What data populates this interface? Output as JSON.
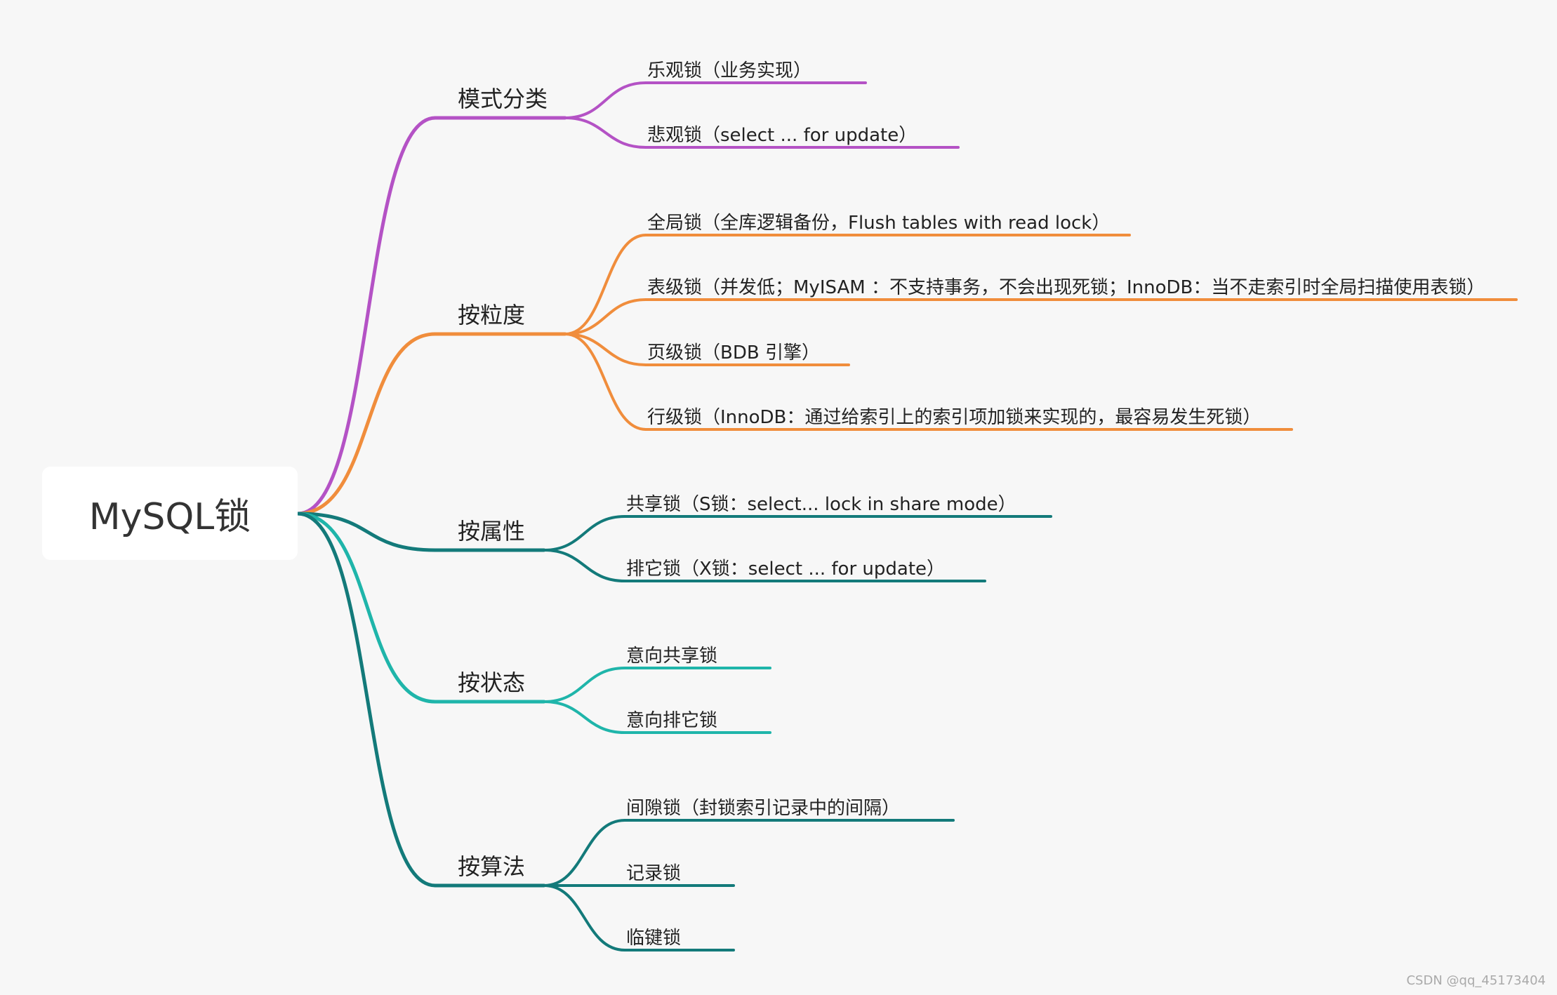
{
  "root": {
    "label": "MySQL锁"
  },
  "colors": {
    "purple": "#b452c5",
    "orange": "#f08d3c",
    "dark_teal": "#137a7a",
    "teal": "#1fb5aa"
  },
  "branches": [
    {
      "label": "模式分类",
      "color": "purple",
      "children": [
        "乐观锁（业务实现）",
        "悲观锁（select ... for update）"
      ]
    },
    {
      "label": "按粒度",
      "color": "orange",
      "children": [
        "全局锁（全库逻辑备份，Flush tables with read lock）",
        "表级锁（并发低；MyISAM  ：不支持事务，不会出现死锁；InnoDB：当不走索引时全局扫描使用表锁）",
        "页级锁（BDB 引擎）",
        "行级锁（InnoDB：通过给索引上的索引项加锁来实现的，最容易发生死锁）"
      ]
    },
    {
      "label": "按属性",
      "color": "dark_teal",
      "children": [
        "共享锁（S锁：select... lock in share mode）",
        "排它锁（X锁：select ... for update）"
      ]
    },
    {
      "label": "按状态",
      "color": "teal",
      "children": [
        "意向共享锁",
        "意向排它锁"
      ]
    },
    {
      "label": "按算法",
      "color": "dark_teal",
      "children": [
        "间隙锁（封锁索引记录中的间隔）",
        "记录锁",
        "临键锁"
      ]
    }
  ],
  "watermark": "CSDN @qq_45173404"
}
